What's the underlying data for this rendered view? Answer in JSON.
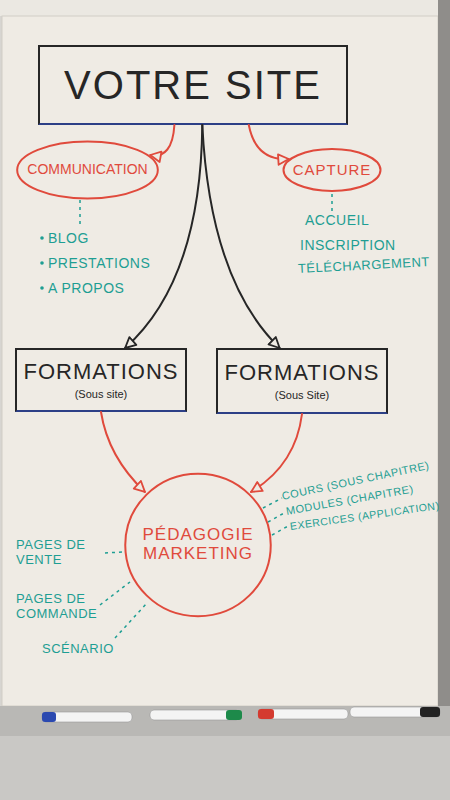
{
  "diagram": {
    "nodes": [
      {
        "text": [
          "VOTRE SITE"
        ]
      },
      {
        "text": [
          "COMMUNICATION"
        ]
      },
      {
        "text": [
          "CAPTURE"
        ]
      },
      {
        "text": [
          "FORMATIONS",
          "(Sous site)"
        ]
      },
      {
        "text": [
          "FORMATIONS",
          "(Sous Site)"
        ]
      },
      {
        "text": [
          "PÉDAGOGIE MARKETING"
        ]
      }
    ],
    "edges": [
      {
        "from": 0,
        "to": 1,
        "arrow": "to"
      },
      {
        "from": 0,
        "to": 2,
        "arrow": "to"
      },
      {
        "from": 0,
        "to": 3,
        "arrow": "to"
      },
      {
        "from": 0,
        "to": 4,
        "arrow": "to"
      },
      {
        "from": 3,
        "to": 5,
        "arrow": "to"
      },
      {
        "from": 4,
        "to": 5,
        "arrow": "to"
      }
    ],
    "labels": [
      "BLOG",
      "PRESTATIONS",
      "A PROPOS",
      "ACCUEIL",
      "INSCRIPTION",
      "TÉLÉCHARGEMENT",
      "COURS (SOUS CHAPITRE)",
      "MODULES (CHAPITRE)",
      "EXERCICES (APPLICATION)",
      "PAGES DE VENTE",
      "PAGES DE COMMANDE",
      "SCÉNARIO"
    ]
  }
}
